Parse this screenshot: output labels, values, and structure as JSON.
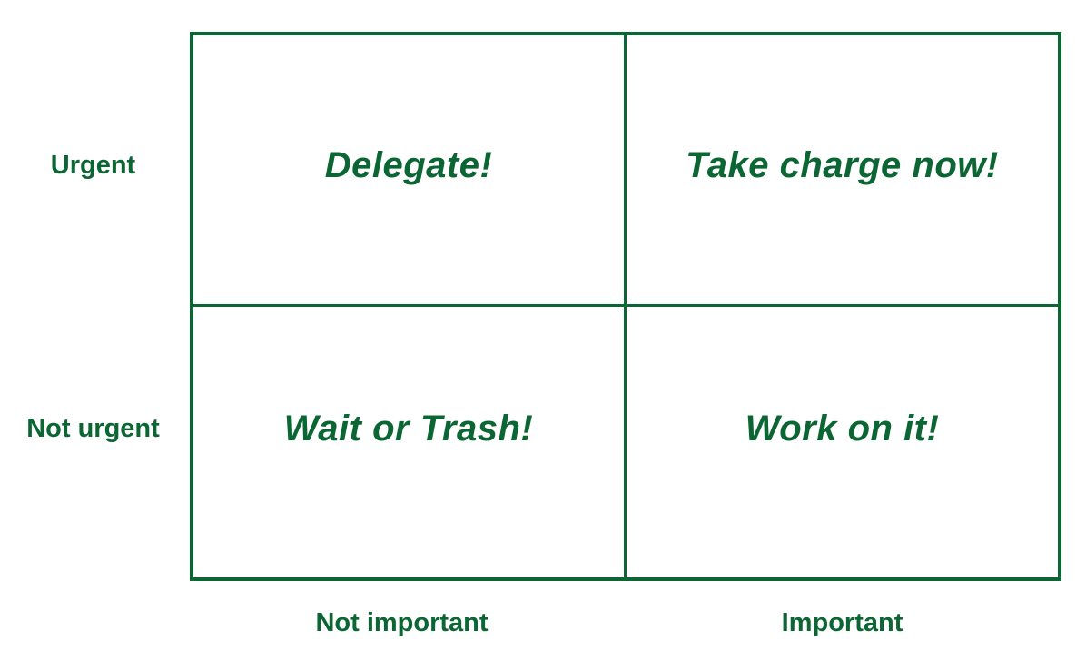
{
  "rows": [
    {
      "label": "Urgent"
    },
    {
      "label": "Not urgent"
    }
  ],
  "columns": [
    {
      "label": "Not important"
    },
    {
      "label": "Important"
    }
  ],
  "quadrants": {
    "urgent_not_important": "Delegate!",
    "urgent_important": "Take charge now!",
    "not_urgent_not_important": "Wait or Trash!",
    "not_urgent_important": "Work on it!"
  },
  "colors": {
    "accent": "#0b6634",
    "background": "#ffffff"
  }
}
